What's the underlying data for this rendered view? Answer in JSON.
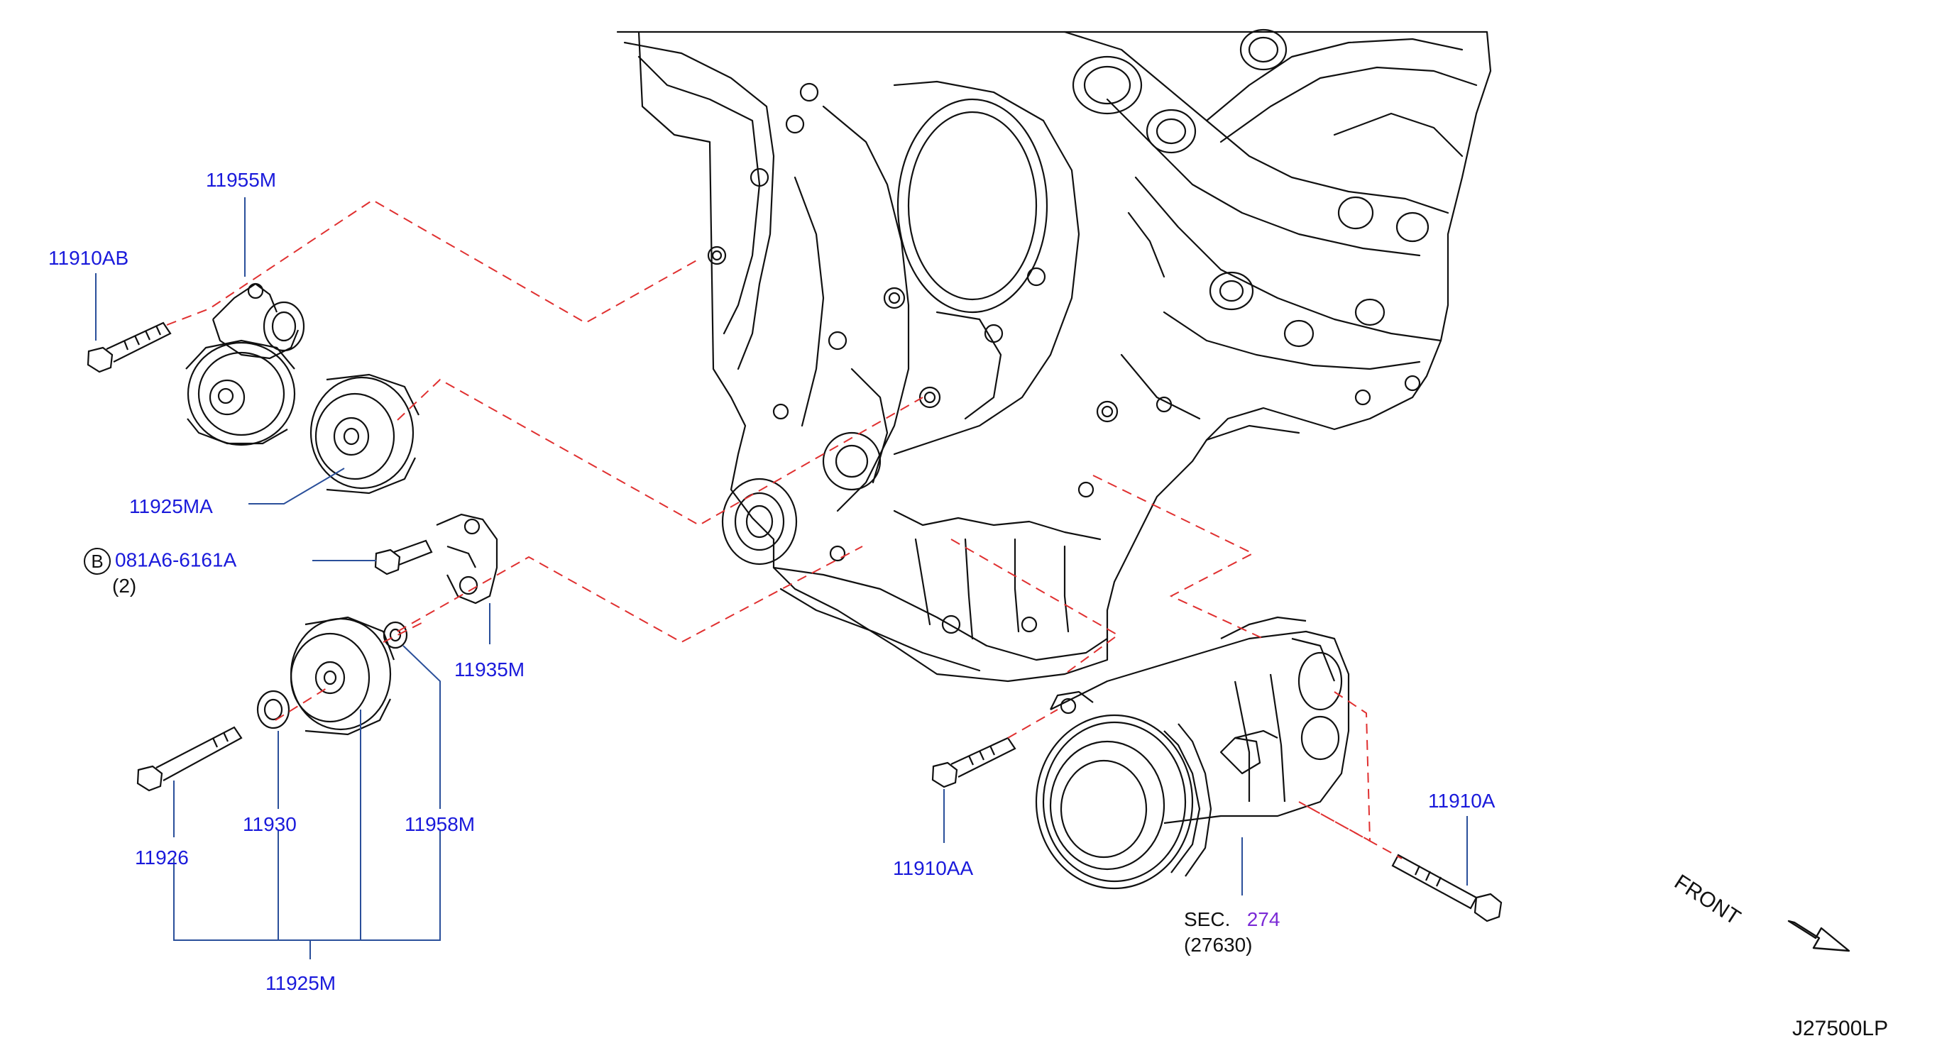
{
  "diagram_code": "J27500LP",
  "front_label": "FRONT",
  "callouts": {
    "p11955M": "11955M",
    "p11910AB": "11910AB",
    "p11925MA": "11925MA",
    "bolt_symbol": "B",
    "bolt_part": "081A6-6161A",
    "bolt_qty": "(2)",
    "p11935M": "11935M",
    "p11930": "11930",
    "p11958M": "11958M",
    "p11926": "11926",
    "p11925M": "11925M",
    "p11910AA": "11910AA",
    "p11910A": "11910A",
    "sec_prefix": "SEC.",
    "sec_number": "274",
    "sec_sub": "(27630)"
  },
  "colors": {
    "callout_text": "#1a1adb",
    "section_link": "#7b2ad6",
    "leader_lines": "#2a4f9a",
    "dashed_lines": "#e03030",
    "drawing": "#111111"
  }
}
